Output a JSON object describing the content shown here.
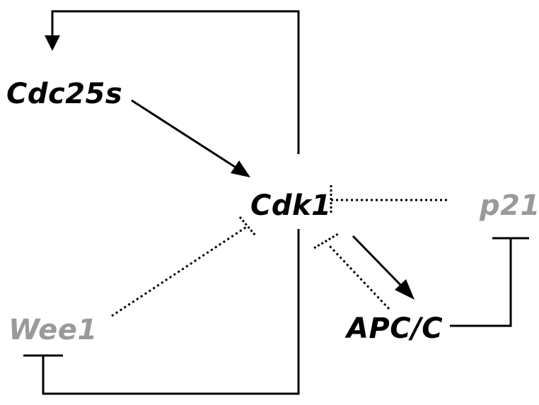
{
  "nodes": {
    "cdc25s": {
      "label": "Cdc25s",
      "color": "#000000"
    },
    "cdk1": {
      "label": "Cdk1",
      "color": "#000000"
    },
    "p21": {
      "label": "p21",
      "color": "#9a9a9a"
    },
    "wee1": {
      "label": "Wee1",
      "color": "#9a9a9a"
    },
    "apcc": {
      "label": "APC/C",
      "color": "#000000"
    }
  },
  "edges": [
    {
      "id": "cdk1-activates-cdc25s-loop",
      "from": "Cdk1",
      "to": "Cdc25s",
      "type": "activation",
      "style": "solid"
    },
    {
      "id": "cdc25s-activates-cdk1",
      "from": "Cdc25s",
      "to": "Cdk1",
      "type": "activation",
      "style": "solid"
    },
    {
      "id": "p21-inhibits-cdk1",
      "from": "p21",
      "to": "Cdk1",
      "type": "inhibition",
      "style": "dotted"
    },
    {
      "id": "wee1-inhibits-cdk1",
      "from": "Wee1",
      "to": "Cdk1",
      "type": "inhibition",
      "style": "dotted"
    },
    {
      "id": "cdk1-activates-apcc",
      "from": "Cdk1",
      "to": "APC/C",
      "type": "activation",
      "style": "solid"
    },
    {
      "id": "apcc-inhibits-cdk1",
      "from": "APC/C",
      "to": "Cdk1",
      "type": "inhibition",
      "style": "dotted"
    },
    {
      "id": "apcc-inhibits-p21",
      "from": "APC/C",
      "to": "p21",
      "type": "inhibition",
      "style": "solid"
    },
    {
      "id": "cdk1-inhibits-wee1-loop",
      "from": "Cdk1",
      "to": "Wee1",
      "type": "inhibition",
      "style": "solid"
    }
  ],
  "colors": {
    "active": "#000000",
    "inactive": "#9a9a9a",
    "edge": "#000000"
  }
}
